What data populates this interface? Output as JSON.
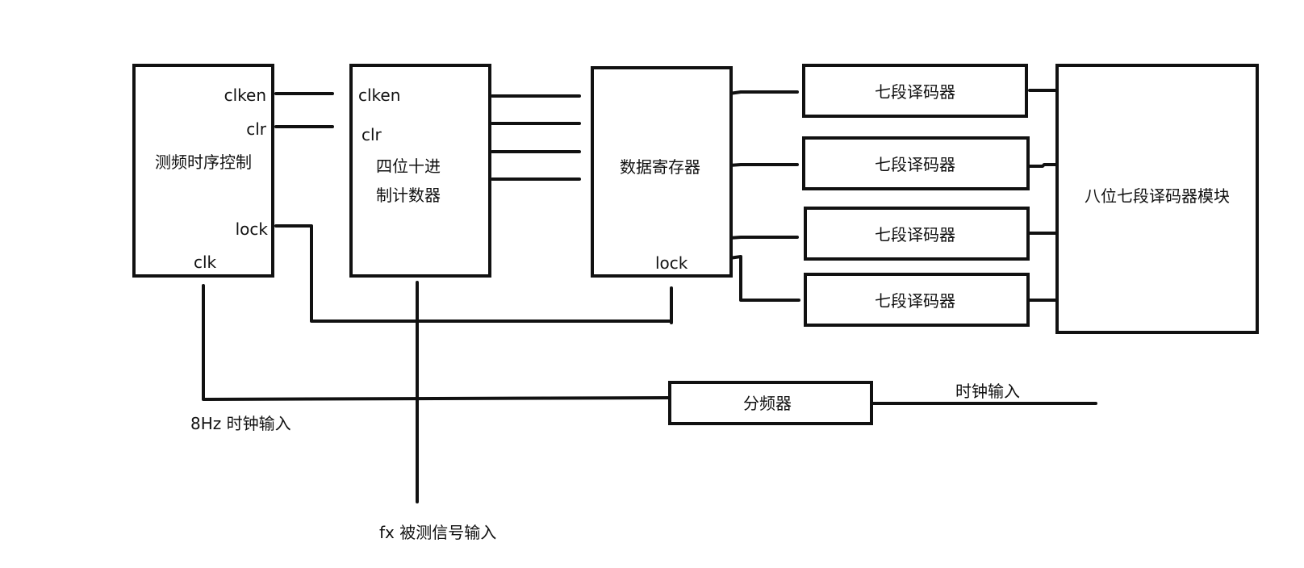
{
  "blocks": {
    "timing_control": {
      "title": "测频时序控制",
      "ports": {
        "clken": "clken",
        "clr": "clr",
        "lock": "lock",
        "clk": "clk"
      }
    },
    "counter": {
      "title_line1": "四位十进",
      "title_line2": "制计数器",
      "ports": {
        "clken": "clken",
        "clr": "clr"
      }
    },
    "register": {
      "title": "数据寄存器",
      "ports": {
        "lock": "lock"
      }
    },
    "decoders": [
      {
        "label": "七段译码器"
      },
      {
        "label": "七段译码器"
      },
      {
        "label": "七段译码器"
      },
      {
        "label": "七段译码器"
      }
    ],
    "display_module": {
      "title": "八位七段译码器模块"
    },
    "divider": {
      "title": "分频器"
    }
  },
  "signals": {
    "clock_8hz": "8Hz 时钟输入",
    "clock_input": "时钟输入",
    "fx_input": "fx 被测信号输入"
  }
}
